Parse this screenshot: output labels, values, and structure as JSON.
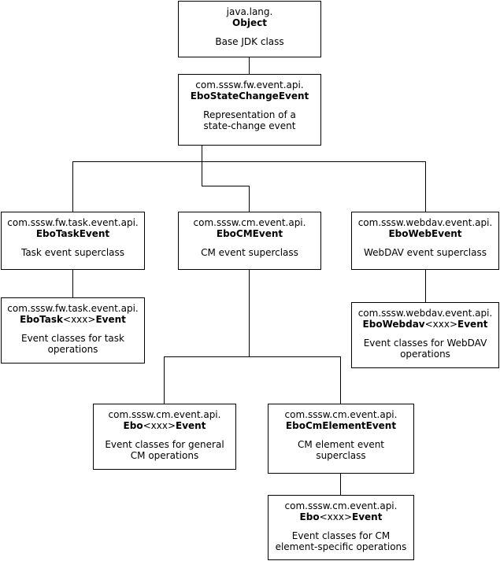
{
  "nodes": {
    "object": {
      "package": "java.lang.",
      "class": "Object",
      "description": "Base JDK class"
    },
    "state_change": {
      "package": "com.sssw.fw.event.api.",
      "class": "EboStateChangeEvent",
      "description": "Representation of a state-change event"
    },
    "task_event": {
      "package": "com.sssw.fw.task.event.api.",
      "class": "EboTaskEvent",
      "description": "Task event superclass"
    },
    "cm_event": {
      "package": "com.sssw.cm.event.api.",
      "class": "EboCMEvent",
      "description": "CM event superclass"
    },
    "web_event": {
      "package": "com.sssw.webdav.event.api.",
      "class": "EboWebEvent",
      "description": "WebDAV event superclass"
    },
    "task_xxx": {
      "package": "com.sssw.fw.task.event.api.",
      "class_prefix": "EboTask",
      "class_mid": "<xxx>",
      "class_suffix": "Event",
      "description": "Event classes for task operations"
    },
    "webdav_xxx": {
      "package": "com.sssw.webdav.event.api.",
      "class_prefix": "EboWebdav",
      "class_mid": "<xxx>",
      "class_suffix": "Event",
      "description": "Event classes for WebDAV operations"
    },
    "cm_xxx": {
      "package": "com.sssw.cm.event.api.",
      "class_prefix": "Ebo",
      "class_mid": "<xxx>",
      "class_suffix": "Event",
      "description": "Event classes for general CM operations"
    },
    "cm_element": {
      "package": "com.sssw.cm.event.api.",
      "class": "EboCmElementEvent",
      "description": "CM element event superclass"
    },
    "cm_element_xxx": {
      "package": "com.sssw.cm.event.api.",
      "class_prefix": "Ebo",
      "class_mid": "<xxx>",
      "class_suffix": "Event",
      "description": "Event classes for CM element-specific operations"
    }
  }
}
